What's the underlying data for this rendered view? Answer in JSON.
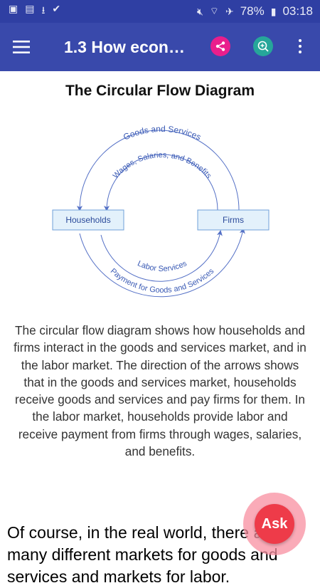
{
  "status_bar": {
    "left_icons": [
      "gallery-icon",
      "image-icon",
      "download-icon",
      "app-icon"
    ],
    "battery_percent": "78%",
    "time": "03:18"
  },
  "app_bar": {
    "title": "1.3 How econ…",
    "menu_icon": "hamburger-icon",
    "share_icon": "share-icon",
    "zoom_icon": "zoom-in-icon",
    "more_icon": "more-vert-icon",
    "share_color": "#e91e8c",
    "zoom_color": "#26a69a",
    "bar_color": "#3949ab"
  },
  "diagram": {
    "title": "The Circular Flow Diagram",
    "households_label": "Households",
    "firms_label": "Firms",
    "outer_top_label": "Goods and Services",
    "inner_top_label": "Wages, Salaries, and Benefits",
    "inner_bottom_label": "Labor Services",
    "outer_bottom_label": "Payment for Goods and Services",
    "line_color": "#5470c6"
  },
  "description": "The circular flow diagram shows how households and firms interact in the goods and services market, and in the labor market. The direction of the arrows shows that in the goods and services market, households receive goods and services and pay firms for them. In the labor market, households provide labor and receive payment from firms through wages, salaries, and benefits.",
  "body_text": "Of course, in the real world, there are many different markets for goods and services and markets for labor.",
  "ask_button": {
    "label": "Ask",
    "color": "#ee3b49"
  }
}
